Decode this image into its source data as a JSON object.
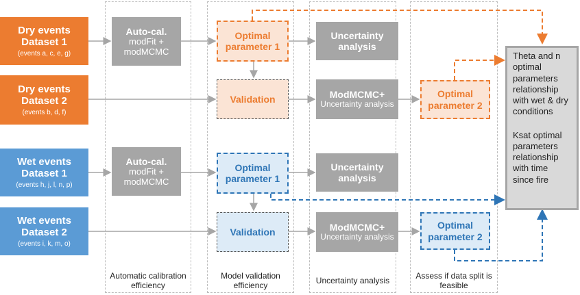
{
  "columns": [
    {
      "caption": "Automatic calibration efficiency"
    },
    {
      "caption": "Model validation efficiency"
    },
    {
      "caption": "Uncertainty analysis"
    },
    {
      "caption": "Assess if data split is feasible"
    }
  ],
  "datasets": [
    {
      "title": "Dry events Dataset 1",
      "sub": "(events a, c, e, g)",
      "color": "#ec7c30"
    },
    {
      "title": "Dry events Dataset 2",
      "sub": "(events b, d, f)",
      "color": "#ec7c30"
    },
    {
      "title": "Wet events Dataset 1",
      "sub": "(events h, j, l, n, p)",
      "color": "#5b9bd5"
    },
    {
      "title": "Wet events Dataset 2",
      "sub": "(events i, k, m, o)",
      "color": "#5b9bd5"
    }
  ],
  "autocal": {
    "title": "Auto-cal.",
    "sub": "modFit + modMCMC"
  },
  "optimal1": "Optimal parameter 1",
  "optimal2": "Optimal parameter 2",
  "validation": "Validation",
  "uncertainty": "Uncertainty analysis",
  "modmcmc": {
    "title": "ModMCMC+",
    "sub": "Uncertainty analysis"
  },
  "result": {
    "p1": "Theta and n optimal parameters relationship with wet & dry conditions",
    "p2": "Ksat optimal parameters relationship with time since fire"
  },
  "colors": {
    "orange": "#ec7c30",
    "blue": "#2e75b6",
    "grey": "#a6a6a6"
  }
}
